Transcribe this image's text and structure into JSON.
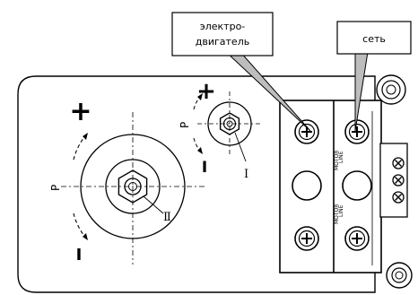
{
  "callouts": {
    "motor": {
      "line1": "электро-",
      "line2": "двигатель"
    },
    "line": {
      "text": "сеть"
    }
  },
  "adjusters": {
    "large": {
      "plus": "+",
      "minus": "I",
      "axis": "P",
      "marker": "Ⅱ"
    },
    "small": {
      "plus": "+",
      "minus": "I",
      "axis": "P",
      "marker": "I"
    }
  },
  "terminal_block": {
    "motor_label": "MOTOR",
    "line_label": "LINE"
  }
}
